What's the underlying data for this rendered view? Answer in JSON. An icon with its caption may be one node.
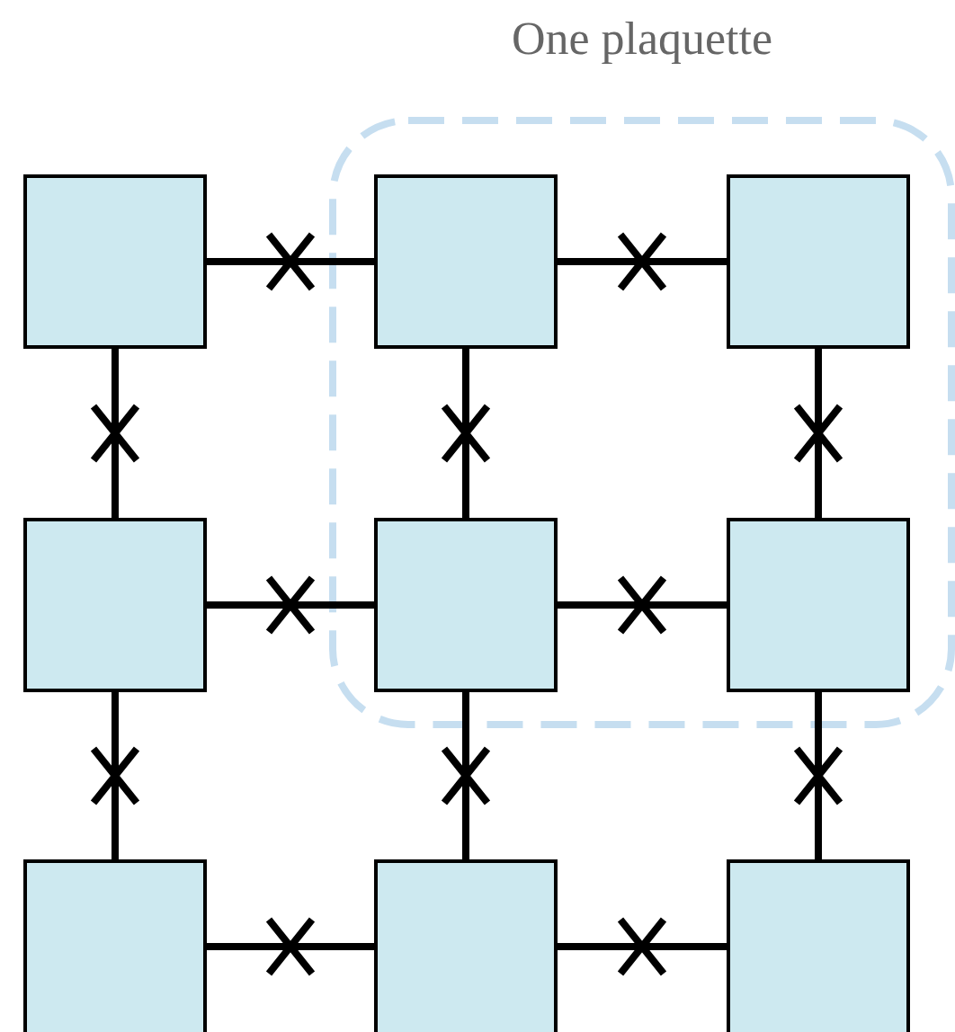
{
  "diagram": {
    "nodes": [
      {
        "text": [
          "One plaquette"
        ]
      },
      {
        "text": [],
        "shape": "box"
      },
      {
        "text": [],
        "shape": "box",
        "in": 0
      },
      {
        "text": [],
        "shape": "box",
        "in": 0
      },
      {
        "text": [],
        "shape": "box"
      },
      {
        "text": [],
        "shape": "box",
        "in": 0
      },
      {
        "text": [],
        "shape": "box",
        "in": 0
      },
      {
        "text": [],
        "shape": "box"
      },
      {
        "text": [],
        "shape": "box"
      },
      {
        "text": [],
        "shape": "box"
      }
    ],
    "edges": [
      {
        "from": 1,
        "to": 2,
        "arrow": "none"
      },
      {
        "from": 2,
        "to": 3,
        "arrow": "none"
      },
      {
        "from": 1,
        "to": 4,
        "arrow": "none"
      },
      {
        "from": 2,
        "to": 5,
        "arrow": "none"
      },
      {
        "from": 3,
        "to": 6,
        "arrow": "none"
      },
      {
        "from": 4,
        "to": 5,
        "arrow": "none"
      },
      {
        "from": 5,
        "to": 6,
        "arrow": "none"
      },
      {
        "from": 4,
        "to": 7,
        "arrow": "none"
      },
      {
        "from": 5,
        "to": 8,
        "arrow": "none"
      },
      {
        "from": 6,
        "to": 9,
        "arrow": "none"
      },
      {
        "from": 7,
        "to": 8,
        "arrow": "none"
      },
      {
        "from": 8,
        "to": 9,
        "arrow": "none"
      }
    ]
  }
}
